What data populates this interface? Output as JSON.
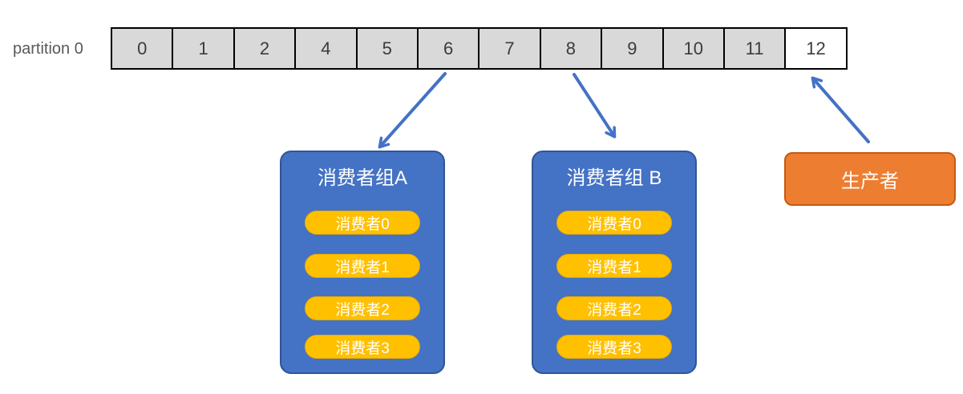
{
  "partition": {
    "label": "partition 0",
    "cells": [
      "0",
      "1",
      "2",
      "4",
      "5",
      "6",
      "7",
      "8",
      "9",
      "10",
      "11",
      "12"
    ],
    "empty_cell_value": "12"
  },
  "consumer_groups": [
    {
      "title": "消费者组A",
      "consumers": [
        "消费者0",
        "消费者1",
        "消费者2",
        "消费者3"
      ]
    },
    {
      "title": "消费者组 B",
      "consumers": [
        "消费者0",
        "消费者1",
        "消费者2",
        "消费者3"
      ]
    }
  ],
  "producer": {
    "label": "生产者"
  },
  "arrows": [
    {
      "from": "partition-cell-6",
      "to": "consumer-group-a"
    },
    {
      "from": "partition-cell-8",
      "to": "consumer-group-b"
    },
    {
      "from": "producer",
      "to": "partition-cell-12"
    }
  ],
  "colors": {
    "cell_fill": "#d9d9d9",
    "cell_empty_fill": "#ffffff",
    "cell_border": "#000000",
    "group_fill": "#4472c4",
    "group_border": "#2f5597",
    "consumer_pill_fill": "#ffc000",
    "producer_fill": "#ed7d31",
    "producer_border": "#c55a11",
    "arrow": "#4472c4",
    "label_text": "#595959"
  }
}
